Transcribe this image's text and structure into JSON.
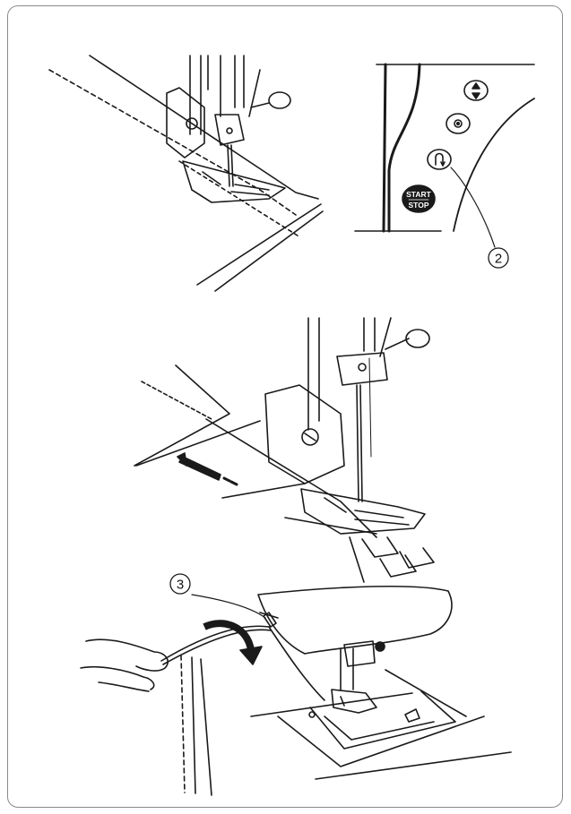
{
  "panel_buttons": {
    "start_label": "START",
    "stop_label": "STOP",
    "needle_icon": "needle-up-down-icon",
    "stitch_icon": "lock-stitch-icon",
    "reverse_icon": "reverse-stitch-icon"
  },
  "callouts": {
    "two": "2",
    "three": "3"
  },
  "colors": {
    "line": "#1a1a1a",
    "border": "#8a8a8a",
    "button_fill": "#1a1a1a"
  }
}
